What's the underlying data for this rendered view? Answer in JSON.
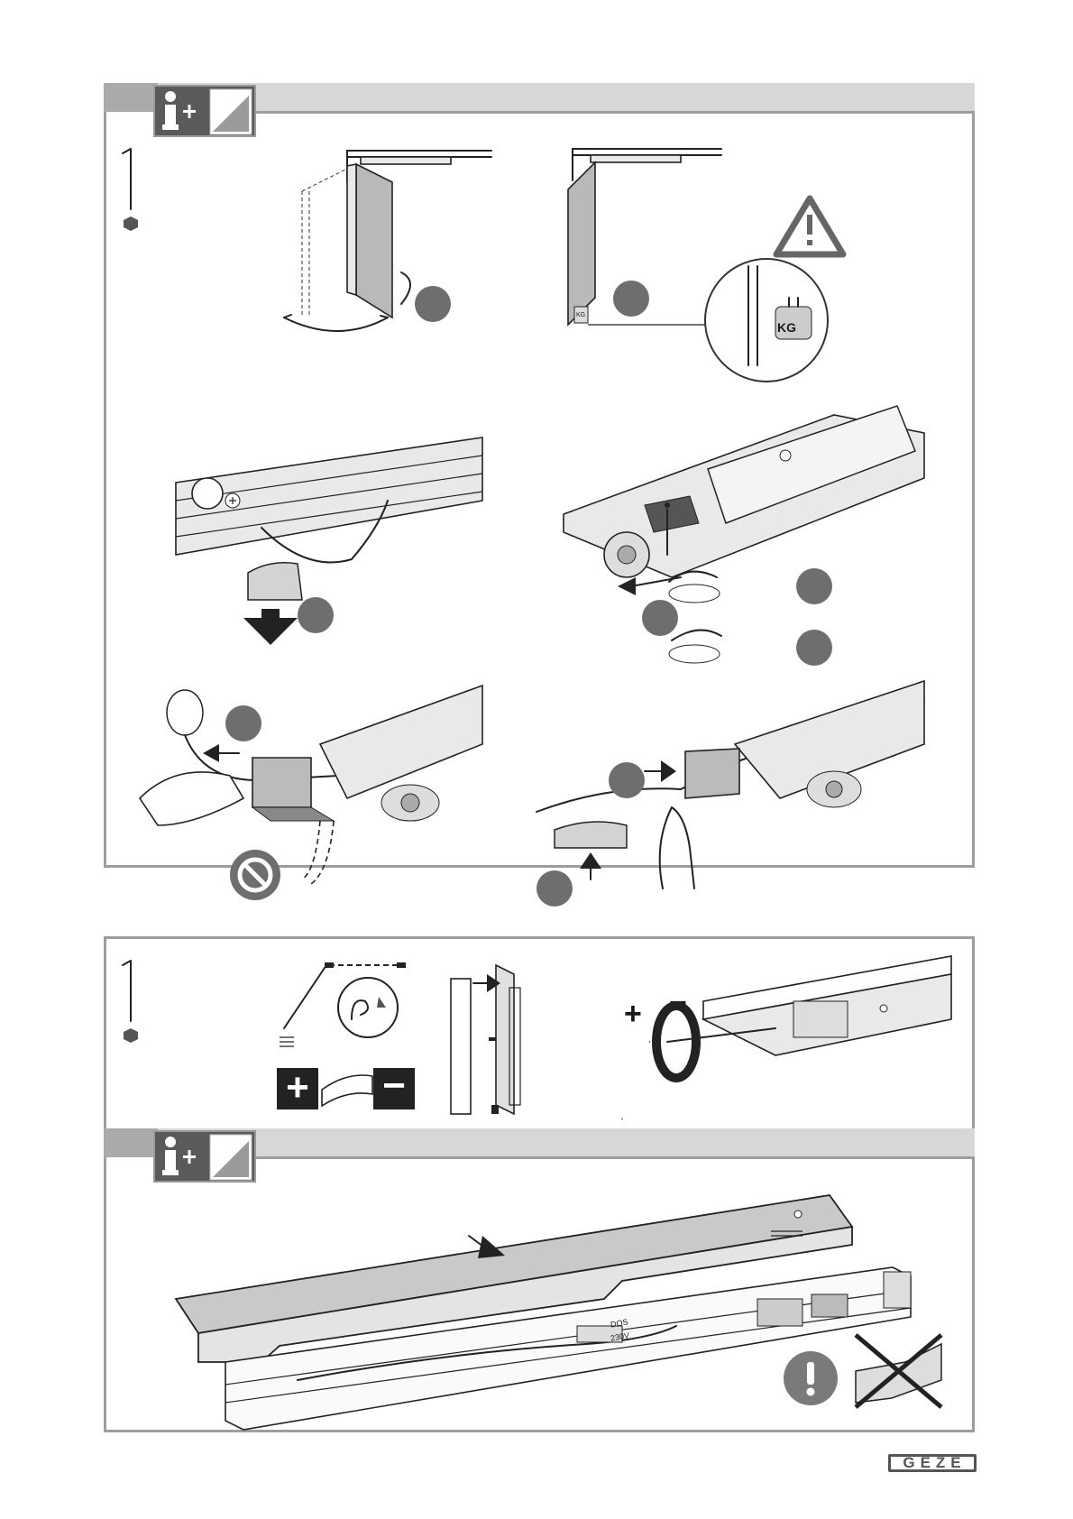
{
  "page": {
    "brand_logo": "GEZE",
    "info_icon": "info-plus-icon",
    "document_icon": "document-page-icon",
    "exclamation_icon": "exclamation-icon",
    "accent_gray": "#6e6e6e",
    "frame_gray": "#9d9d9d"
  },
  "section1": {
    "panel_door_open": {
      "icon": "door-swing-icon"
    },
    "panel_door_weight": {
      "icon": "weight-kg-icon",
      "weight_label": "KG",
      "small_weight_label": "KG",
      "warning_icon": "warning-triangle-icon"
    },
    "panel_remove_cover": {
      "icon": "cover-remove-icon"
    },
    "panel_adjust_unit": {
      "icon": "rotate-arrows-icon"
    },
    "panel_pull_cable": {
      "icon": "cable-pull-icon",
      "prohibited_icon": "prohibited-icon"
    },
    "panel_insert_cable": {
      "icon": "cable-insert-icon"
    }
  },
  "section2": {
    "spring_increase_label": "+",
    "spring_decrease_label": "−",
    "hex_plus_label": "+",
    "hex_minus_label": "−"
  },
  "section3": {
    "cover_icon": "cover-mount-icon",
    "board_label_1": "DOS",
    "board_label_2": "230V",
    "caution_icon": "caution-circle-icon",
    "crossed_icon": "crossed-out-cover-icon"
  }
}
